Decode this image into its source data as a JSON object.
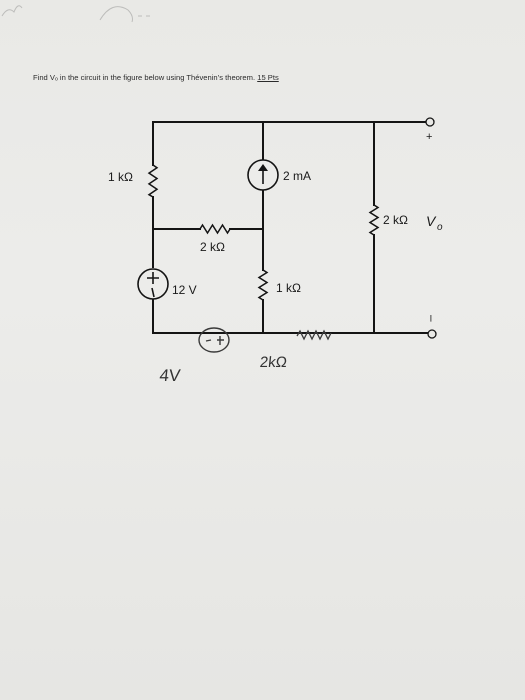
{
  "question": {
    "text": "Find Vₒ in the circuit in the figure below using Thévenin’s theorem.",
    "points": "15 Pts"
  },
  "circuit": {
    "left_resistor_label": "1 kΩ",
    "current_source_label": "2 mA",
    "output_resistor_label": "2 kΩ",
    "output_voltage_label": "V",
    "output_voltage_subscript": "o",
    "middle_resistor_label": "2 kΩ",
    "voltage_source_label": "12 V",
    "center_resistor_label": "1 kΩ",
    "output_plus_label": "+",
    "output_minus_label": "–"
  },
  "annotations": {
    "handwritten_source_label": "4V",
    "handwritten_resistor_label": "2kΩ"
  }
}
